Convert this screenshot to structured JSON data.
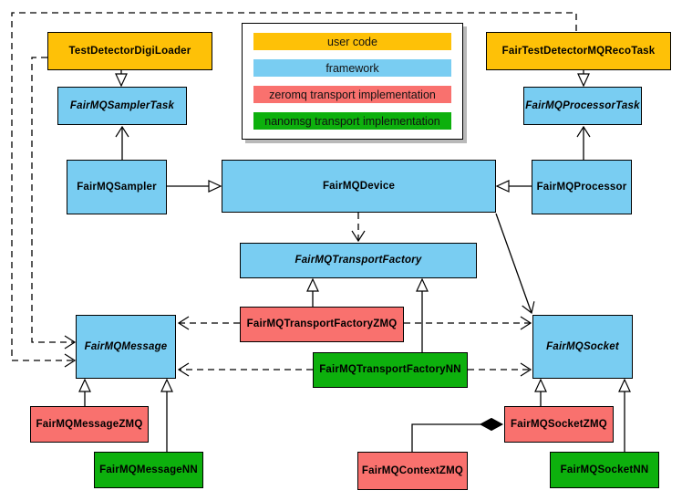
{
  "colors": {
    "user_code": "#fec107",
    "framework": "#79cdf2",
    "zeromq": "#f9716e",
    "nanomsg": "#0db00d",
    "border": "#000000"
  },
  "legend": {
    "items": [
      {
        "label": "user code",
        "color": "#fec107"
      },
      {
        "label": "framework",
        "color": "#79cdf2"
      },
      {
        "label": "zeromq transport implementation",
        "color": "#f9716e"
      },
      {
        "label": "nanomsg transport implementation",
        "color": "#0db00d"
      }
    ]
  },
  "nodes": {
    "digiLoader": {
      "label": "TestDetectorDigiLoader",
      "category": "user_code",
      "abstract": false
    },
    "recoTask": {
      "label": "FairTestDetectorMQRecoTask",
      "category": "user_code",
      "abstract": false
    },
    "samplerTask": {
      "label": "FairMQSamplerTask",
      "category": "framework",
      "abstract": true
    },
    "processorTask": {
      "label": "FairMQProcessorTask",
      "category": "framework",
      "abstract": true
    },
    "sampler": {
      "label": "FairMQSampler",
      "category": "framework",
      "abstract": false
    },
    "device": {
      "label": "FairMQDevice",
      "category": "framework",
      "abstract": false
    },
    "processor": {
      "label": "FairMQProcessor",
      "category": "framework",
      "abstract": false
    },
    "transportFactory": {
      "label": "FairMQTransportFactory",
      "category": "framework",
      "abstract": true
    },
    "transportFactoryZMQ": {
      "label": "FairMQTransportFactoryZMQ",
      "category": "zeromq",
      "abstract": false
    },
    "transportFactoryNN": {
      "label": "FairMQTransportFactoryNN",
      "category": "nanomsg",
      "abstract": false
    },
    "message": {
      "label": "FairMQMessage",
      "category": "framework",
      "abstract": true
    },
    "socket": {
      "label": "FairMQSocket",
      "category": "framework",
      "abstract": true
    },
    "messageZMQ": {
      "label": "FairMQMessageZMQ",
      "category": "zeromq",
      "abstract": false
    },
    "messageNN": {
      "label": "FairMQMessageNN",
      "category": "nanomsg",
      "abstract": false
    },
    "socketZMQ": {
      "label": "FairMQSocketZMQ",
      "category": "zeromq",
      "abstract": false
    },
    "socketNN": {
      "label": "FairMQSocketNN",
      "category": "nanomsg",
      "abstract": false
    },
    "contextZMQ": {
      "label": "FairMQContextZMQ",
      "category": "zeromq",
      "abstract": false
    }
  },
  "relationships": [
    {
      "from": "TestDetectorDigiLoader",
      "to": "FairMQSamplerTask",
      "type": "inheritance"
    },
    {
      "from": "FairTestDetectorMQRecoTask",
      "to": "FairMQProcessorTask",
      "type": "inheritance"
    },
    {
      "from": "FairMQSampler",
      "to": "FairMQDevice",
      "type": "inheritance"
    },
    {
      "from": "FairMQProcessor",
      "to": "FairMQDevice",
      "type": "inheritance"
    },
    {
      "from": "FairMQSampler",
      "to": "FairMQSamplerTask",
      "type": "association"
    },
    {
      "from": "FairMQProcessor",
      "to": "FairMQProcessorTask",
      "type": "association"
    },
    {
      "from": "FairMQDevice",
      "to": "FairMQTransportFactory",
      "type": "dependency"
    },
    {
      "from": "FairMQDevice",
      "to": "FairMQSocket",
      "type": "association"
    },
    {
      "from": "FairMQTransportFactoryZMQ",
      "to": "FairMQTransportFactory",
      "type": "inheritance"
    },
    {
      "from": "FairMQTransportFactoryNN",
      "to": "FairMQTransportFactory",
      "type": "inheritance"
    },
    {
      "from": "FairMQTransportFactoryZMQ",
      "to": "FairMQMessage",
      "type": "dependency"
    },
    {
      "from": "FairMQTransportFactoryZMQ",
      "to": "FairMQSocket",
      "type": "dependency"
    },
    {
      "from": "FairMQTransportFactoryNN",
      "to": "FairMQMessage",
      "type": "dependency"
    },
    {
      "from": "FairMQTransportFactoryNN",
      "to": "FairMQSocket",
      "type": "dependency"
    },
    {
      "from": "TestDetectorDigiLoader",
      "to": "FairMQMessage",
      "type": "dependency"
    },
    {
      "from": "FairTestDetectorMQRecoTask",
      "to": "FairMQMessage",
      "type": "dependency"
    },
    {
      "from": "FairMQMessageZMQ",
      "to": "FairMQMessage",
      "type": "inheritance"
    },
    {
      "from": "FairMQMessageNN",
      "to": "FairMQMessage",
      "type": "inheritance"
    },
    {
      "from": "FairMQSocketZMQ",
      "to": "FairMQSocket",
      "type": "inheritance"
    },
    {
      "from": "FairMQSocketNN",
      "to": "FairMQSocket",
      "type": "inheritance"
    },
    {
      "from": "FairMQContextZMQ",
      "to": "FairMQSocketZMQ",
      "type": "composition"
    }
  ]
}
